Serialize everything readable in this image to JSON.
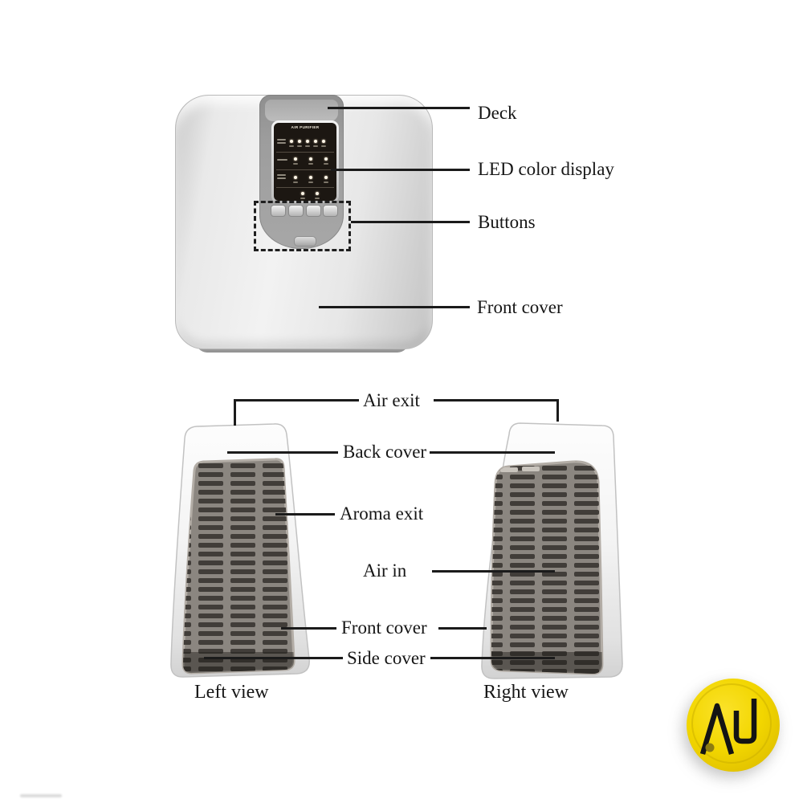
{
  "top_figure": {
    "panel_title": "AIR PURIFIER",
    "callouts": {
      "deck": "Deck",
      "led_display": "LED color display",
      "buttons": "Buttons",
      "front_cover": "Front cover"
    }
  },
  "bottom_figure": {
    "callouts": {
      "air_exit": "Air exit",
      "back_cover": "Back cover",
      "aroma_exit": "Aroma exit",
      "air_in": "Air in",
      "front_cover": "Front cover",
      "side_cover": "Side cover"
    },
    "view_labels": {
      "left": "Left view",
      "right": "Right view"
    }
  },
  "logo": {
    "text": "AU",
    "circle_color": "#F2D600",
    "glyph_color": "#1a1a1a"
  },
  "colors": {
    "leader_line": "#1b1b1b",
    "grille_slat": "#413d39",
    "grille_base": "#8b8680"
  }
}
